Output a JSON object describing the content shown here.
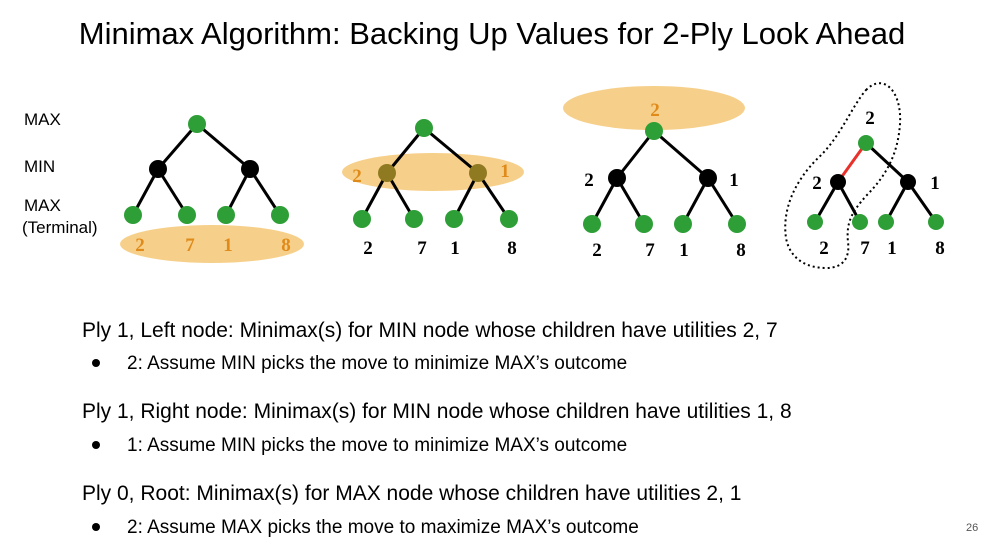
{
  "title": "Minimax Algorithm: Backing Up Values for 2-Ply Look Ahead",
  "levels": {
    "max": "MAX",
    "min": "MIN",
    "terminal_1": "MAX",
    "terminal_2": "(Terminal)"
  },
  "leaf_values": [
    "2",
    "7",
    "1",
    "8"
  ],
  "min_values": [
    "2",
    "1"
  ],
  "root_value": "2",
  "colors": {
    "node_green": "#2e9e37",
    "node_black": "#000000",
    "node_olive": "#8f7a22",
    "highlight": "#f6d08a",
    "highlight_text": "#e08a1a",
    "best_edge": "#e8312b"
  },
  "lines": [
    {
      "text": "Ply 1, Left node: Minimax(s) for MIN node whose children have utilities 2, 7"
    },
    {
      "text": "2: Assume MIN picks the move to minimize MAX’s outcome",
      "bullet": true
    },
    {
      "text": "Ply 1, Right node: Minimax(s) for MIN node whose children have utilities 1, 8"
    },
    {
      "text": " 1: Assume MIN picks the move to minimize MAX’s outcome",
      "bullet": true
    },
    {
      "text": "Ply 0, Root: Minimax(s) for MAX node whose children have utilities 2, 1"
    },
    {
      "text": "2: Assume MAX picks the move to maximize MAX’s outcome",
      "bullet": true
    }
  ],
  "page_number": "26"
}
